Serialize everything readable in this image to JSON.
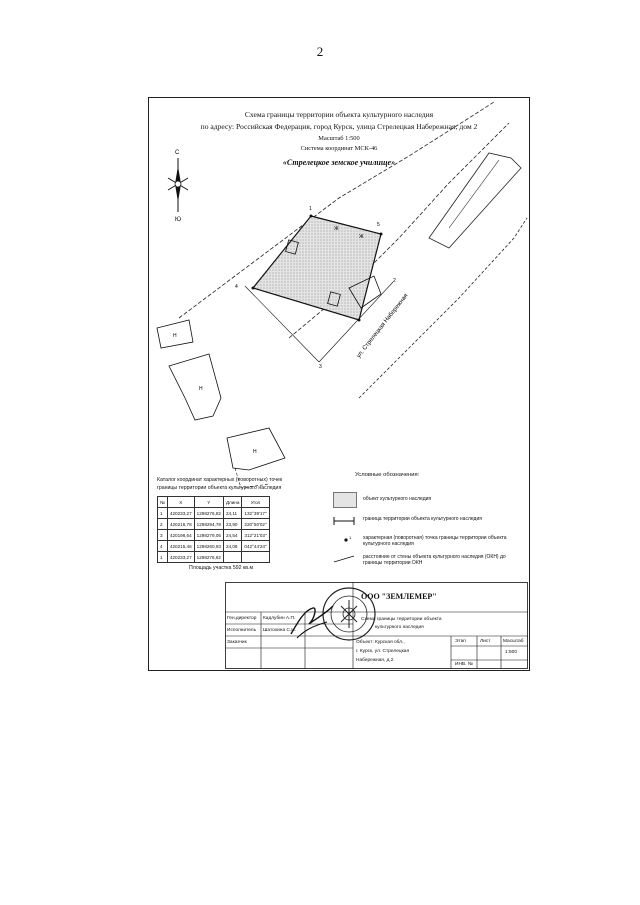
{
  "page_number": "2",
  "plan": {
    "title_line1": "Схема границы территории объекта культурного наследия",
    "title_line2": "по адресу: Российская Федерация, город Курск, улица Стрелецкая Набережная, дом 2",
    "scale": "Масштаб 1:500",
    "coord_system": "Система координат МСК-46",
    "object_name": "«Стрелецкое земское училище»",
    "compass_north": "С",
    "compass_south": "Ю",
    "street_label": "ул. Стрелецкая Набережная",
    "building_marks": [
      "Ж",
      "Ж",
      "Н",
      "Н",
      "Н"
    ],
    "point_labels": [
      "1",
      "2",
      "3",
      "4",
      "5"
    ]
  },
  "catalog": {
    "title_line1": "Каталог координат характерных (поворотных) точек",
    "title_line2": "границы территории объекта культурного наследия",
    "headers": [
      "№",
      "X",
      "Y",
      "Длина",
      "Угол"
    ],
    "rows": [
      [
        "1",
        "420233,27",
        "1298276,82",
        "24,11",
        "132°39'17\""
      ],
      [
        "2",
        "420216,78",
        "1298294,78",
        "23,90",
        "220°50'02\""
      ],
      [
        "3",
        "420198,64",
        "1298279,05",
        "24,54",
        "312°21'03\""
      ],
      [
        "4",
        "420215,46",
        "1298260,93",
        "24,08",
        "042°44'24\""
      ],
      [
        "1",
        "420233,27",
        "1298276,82",
        "",
        ""
      ]
    ],
    "area_text": "Площадь участка 592 кв.м"
  },
  "legend": {
    "title": "Условные обозначения:",
    "items": [
      "объект культурного наследия",
      "граница территории объекта культурного наследия",
      "характерная (поворотная) точка границы территории объекта культурного наследия",
      "расстояние от стены объекта культурного наследия (ОКН) до границы территории ОКН"
    ]
  },
  "title_block": {
    "company": "ООО \"ЗЕМЛЕМЕР\"",
    "roles": [
      "Ген.директор",
      "Исполнитель",
      "Заказчик"
    ],
    "names": [
      "Кадлубин А.П.",
      "Шатохина С.Н.",
      ""
    ],
    "doc_title_line1": "Схема границы территории объекта",
    "doc_title_line2": "культурного наследия",
    "address_line1": "Объект: Курская обл.,",
    "address_line2": "г. Курск, ул. Стрелецкая",
    "address_line3": "Набережная, д.2",
    "sheet_labels": [
      "Этап",
      "Лист",
      "Масштаб"
    ],
    "scale_value": "1:500",
    "inv_label": "ИНВ. №"
  }
}
